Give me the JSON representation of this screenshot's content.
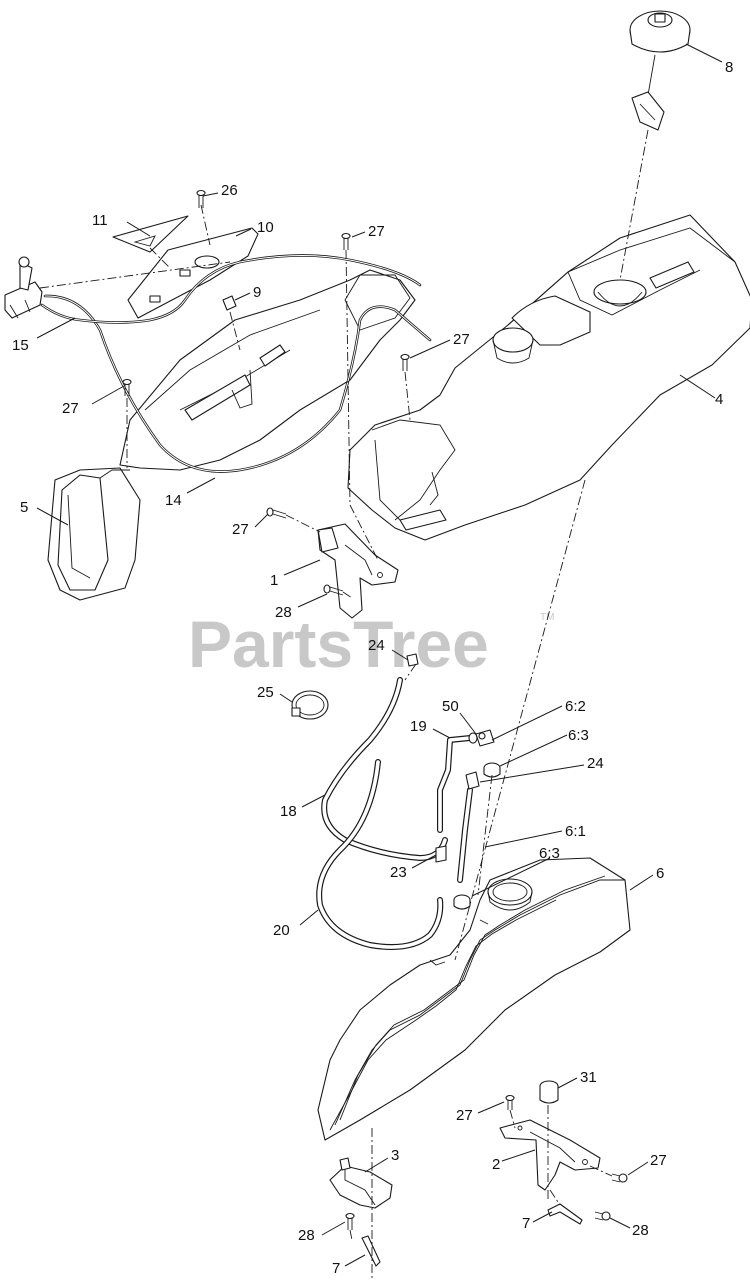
{
  "watermark": {
    "text": "PartsTree",
    "trademark": "TM"
  },
  "callouts": {
    "c1": "1",
    "c2": "2",
    "c3": "3",
    "c4": "4",
    "c5": "5",
    "c6": "6",
    "c6_1": "6:1",
    "c6_2": "6:2",
    "c6_3a": "6:3",
    "c6_3b": "6:3",
    "c7a": "7",
    "c7b": "7",
    "c8": "8",
    "c9": "9",
    "c10": "10",
    "c11": "11",
    "c14": "14",
    "c15": "15",
    "c18": "18",
    "c19": "19",
    "c20": "20",
    "c23": "23",
    "c24a": "24",
    "c24b": "24",
    "c25": "25",
    "c26": "26",
    "c27a": "27",
    "c27b": "27",
    "c27c": "27",
    "c27d": "27",
    "c27e": "27",
    "c27f": "27",
    "c28a": "28",
    "c28b": "28",
    "c28c": "28",
    "c31": "31",
    "c50": "50"
  }
}
